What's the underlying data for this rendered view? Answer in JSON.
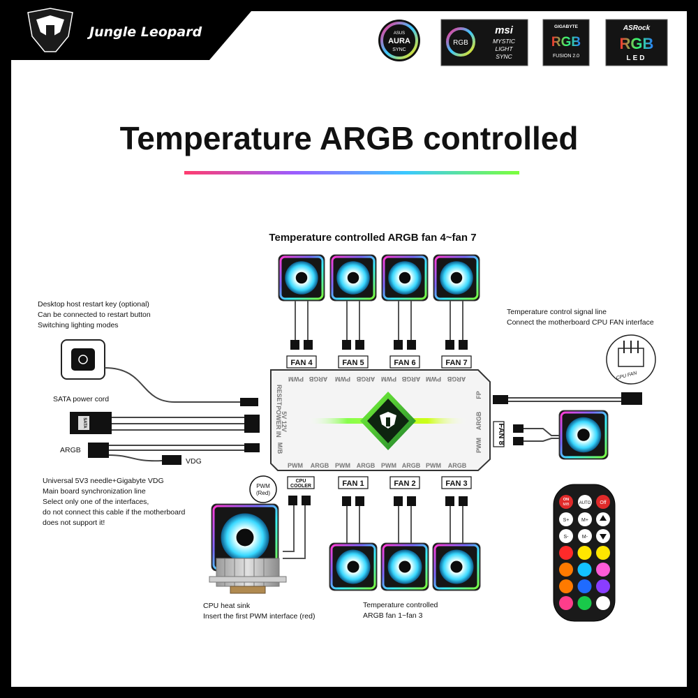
{
  "brand": {
    "name": "Jungle Leopard"
  },
  "logos": {
    "asus": {
      "small": "ASUS",
      "main": "AURA",
      "sub": "SYNC"
    },
    "msi": {
      "rgb": "RGB",
      "brand": "msi",
      "line1": "MYSTIC",
      "line2": "LIGHT",
      "line3": "SYNC"
    },
    "gigabyte": {
      "brand": "GIGABYTE",
      "rgb": "RGB",
      "sub": "FUSION 2.0"
    },
    "asrock": {
      "brand": "ASRock",
      "rgb": "RGB",
      "led": "LED"
    }
  },
  "title": "Temperature ARGB controlled",
  "top_fans_caption": "Temperature controlled ARGB fan 4~fan 7",
  "bottom_fans_caption": {
    "line1": "Temperature controlled",
    "line2": "ARGB fan 1~fan 3"
  },
  "restart_note": {
    "line1": "Desktop host restart key (optional)",
    "line2": "Can be connected to restart button",
    "line3": "Switching lighting modes"
  },
  "signal_note": {
    "line1": "Temperature control signal line",
    "line2": "Connect the motherboard CPU FAN interface"
  },
  "sata_label": "SATA power cord",
  "sata_plug": "SATA",
  "argb_label": "ARGB",
  "vdg_label": "VDG",
  "universal_note": {
    "line1": "Universal 5V3 needle+Gigabyte VDG",
    "line2": "Main board synchronization line",
    "line3": "Select only one of the interfaces,",
    "line4": "do not connect this cable if the motherboard",
    "line5": "does not support it!"
  },
  "pwm_red": {
    "line1": "PWM",
    "line2": "(Red)"
  },
  "heatsink_note": {
    "line1": "CPU heat sink",
    "line2": "Insert the first PWM interface (red)"
  },
  "cpu_fan_header": "CPU FAN",
  "hub": {
    "top_fans": [
      "FAN 4",
      "FAN 5",
      "FAN 6",
      "FAN 7"
    ],
    "bottom_fans": [
      "FAN 1",
      "FAN 2",
      "FAN 3"
    ],
    "cpu_cooler": {
      "line1": "CPU",
      "line2": "COOLER"
    },
    "fan8": "FAN 8",
    "pwm": "PWM",
    "argb": "ARGB",
    "reset": "RESET",
    "power": "POWER IN",
    "power_sub": "5V 12V",
    "mb": "M/B",
    "fp": "FP"
  },
  "remote": {
    "on": "ON",
    "mb": "M/B",
    "auto": "AUTO",
    "off": "Off",
    "s_plus": "S+",
    "m_plus": "M+",
    "s_minus": "S-",
    "m_minus": "M-",
    "colors": [
      "#ff2a2a",
      "#ffe600",
      "#ffe600",
      "#ff7a00",
      "#13c2ff",
      "#ff5bd8",
      "#ff7a00",
      "#1f6bff",
      "#8a3dff",
      "#ff3d8b",
      "#19c94a",
      "#ffffff"
    ]
  },
  "accent": {
    "hub_gradient": [
      "#7cff3a",
      "#c8ff00"
    ],
    "fan_ring": [
      "#ff3ad5",
      "#3af0ff",
      "#7cff3a"
    ],
    "title_line": [
      "#ff3c6e",
      "#9b5cff",
      "#3ac8ff",
      "#7cff3a"
    ]
  }
}
